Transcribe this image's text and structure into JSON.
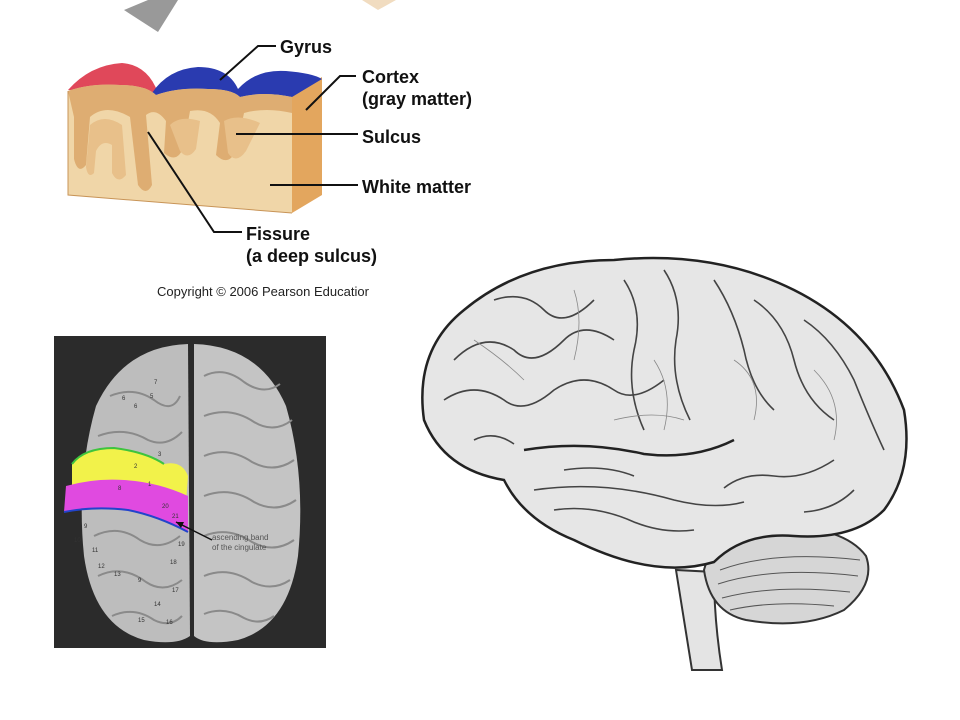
{
  "cortex_diagram": {
    "labels": {
      "gyrus": "Gyrus",
      "cortex_line1": "Cortex",
      "cortex_line2": "(gray matter)",
      "sulcus": "Sulcus",
      "white_matter": "White matter",
      "fissure_line1": "Fissure",
      "fissure_line2": "(a deep sulcus)"
    },
    "copyright": "Copyright © 2006 Pearson Educatior"
  },
  "top_view_photo": {
    "annotation_line1": "ascending band",
    "annotation_line2": "of the cingulate",
    "highlight_colors": {
      "yellow": "#f2f24a",
      "magenta": "#e04ae0",
      "green": "#3ec43e",
      "blue": "#2244cc"
    },
    "region_numbers": [
      "1",
      "2",
      "3",
      "4",
      "5",
      "6",
      "7",
      "8",
      "9",
      "10",
      "11",
      "12",
      "13",
      "14",
      "15",
      "16",
      "17",
      "18",
      "19",
      "20",
      "21"
    ]
  },
  "colors": {
    "gyrus_blue": "#2a3bb0",
    "gyrus_red": "#e0485a",
    "tissue": "#f0d6a8",
    "cortex_tan": "#dca96c"
  }
}
